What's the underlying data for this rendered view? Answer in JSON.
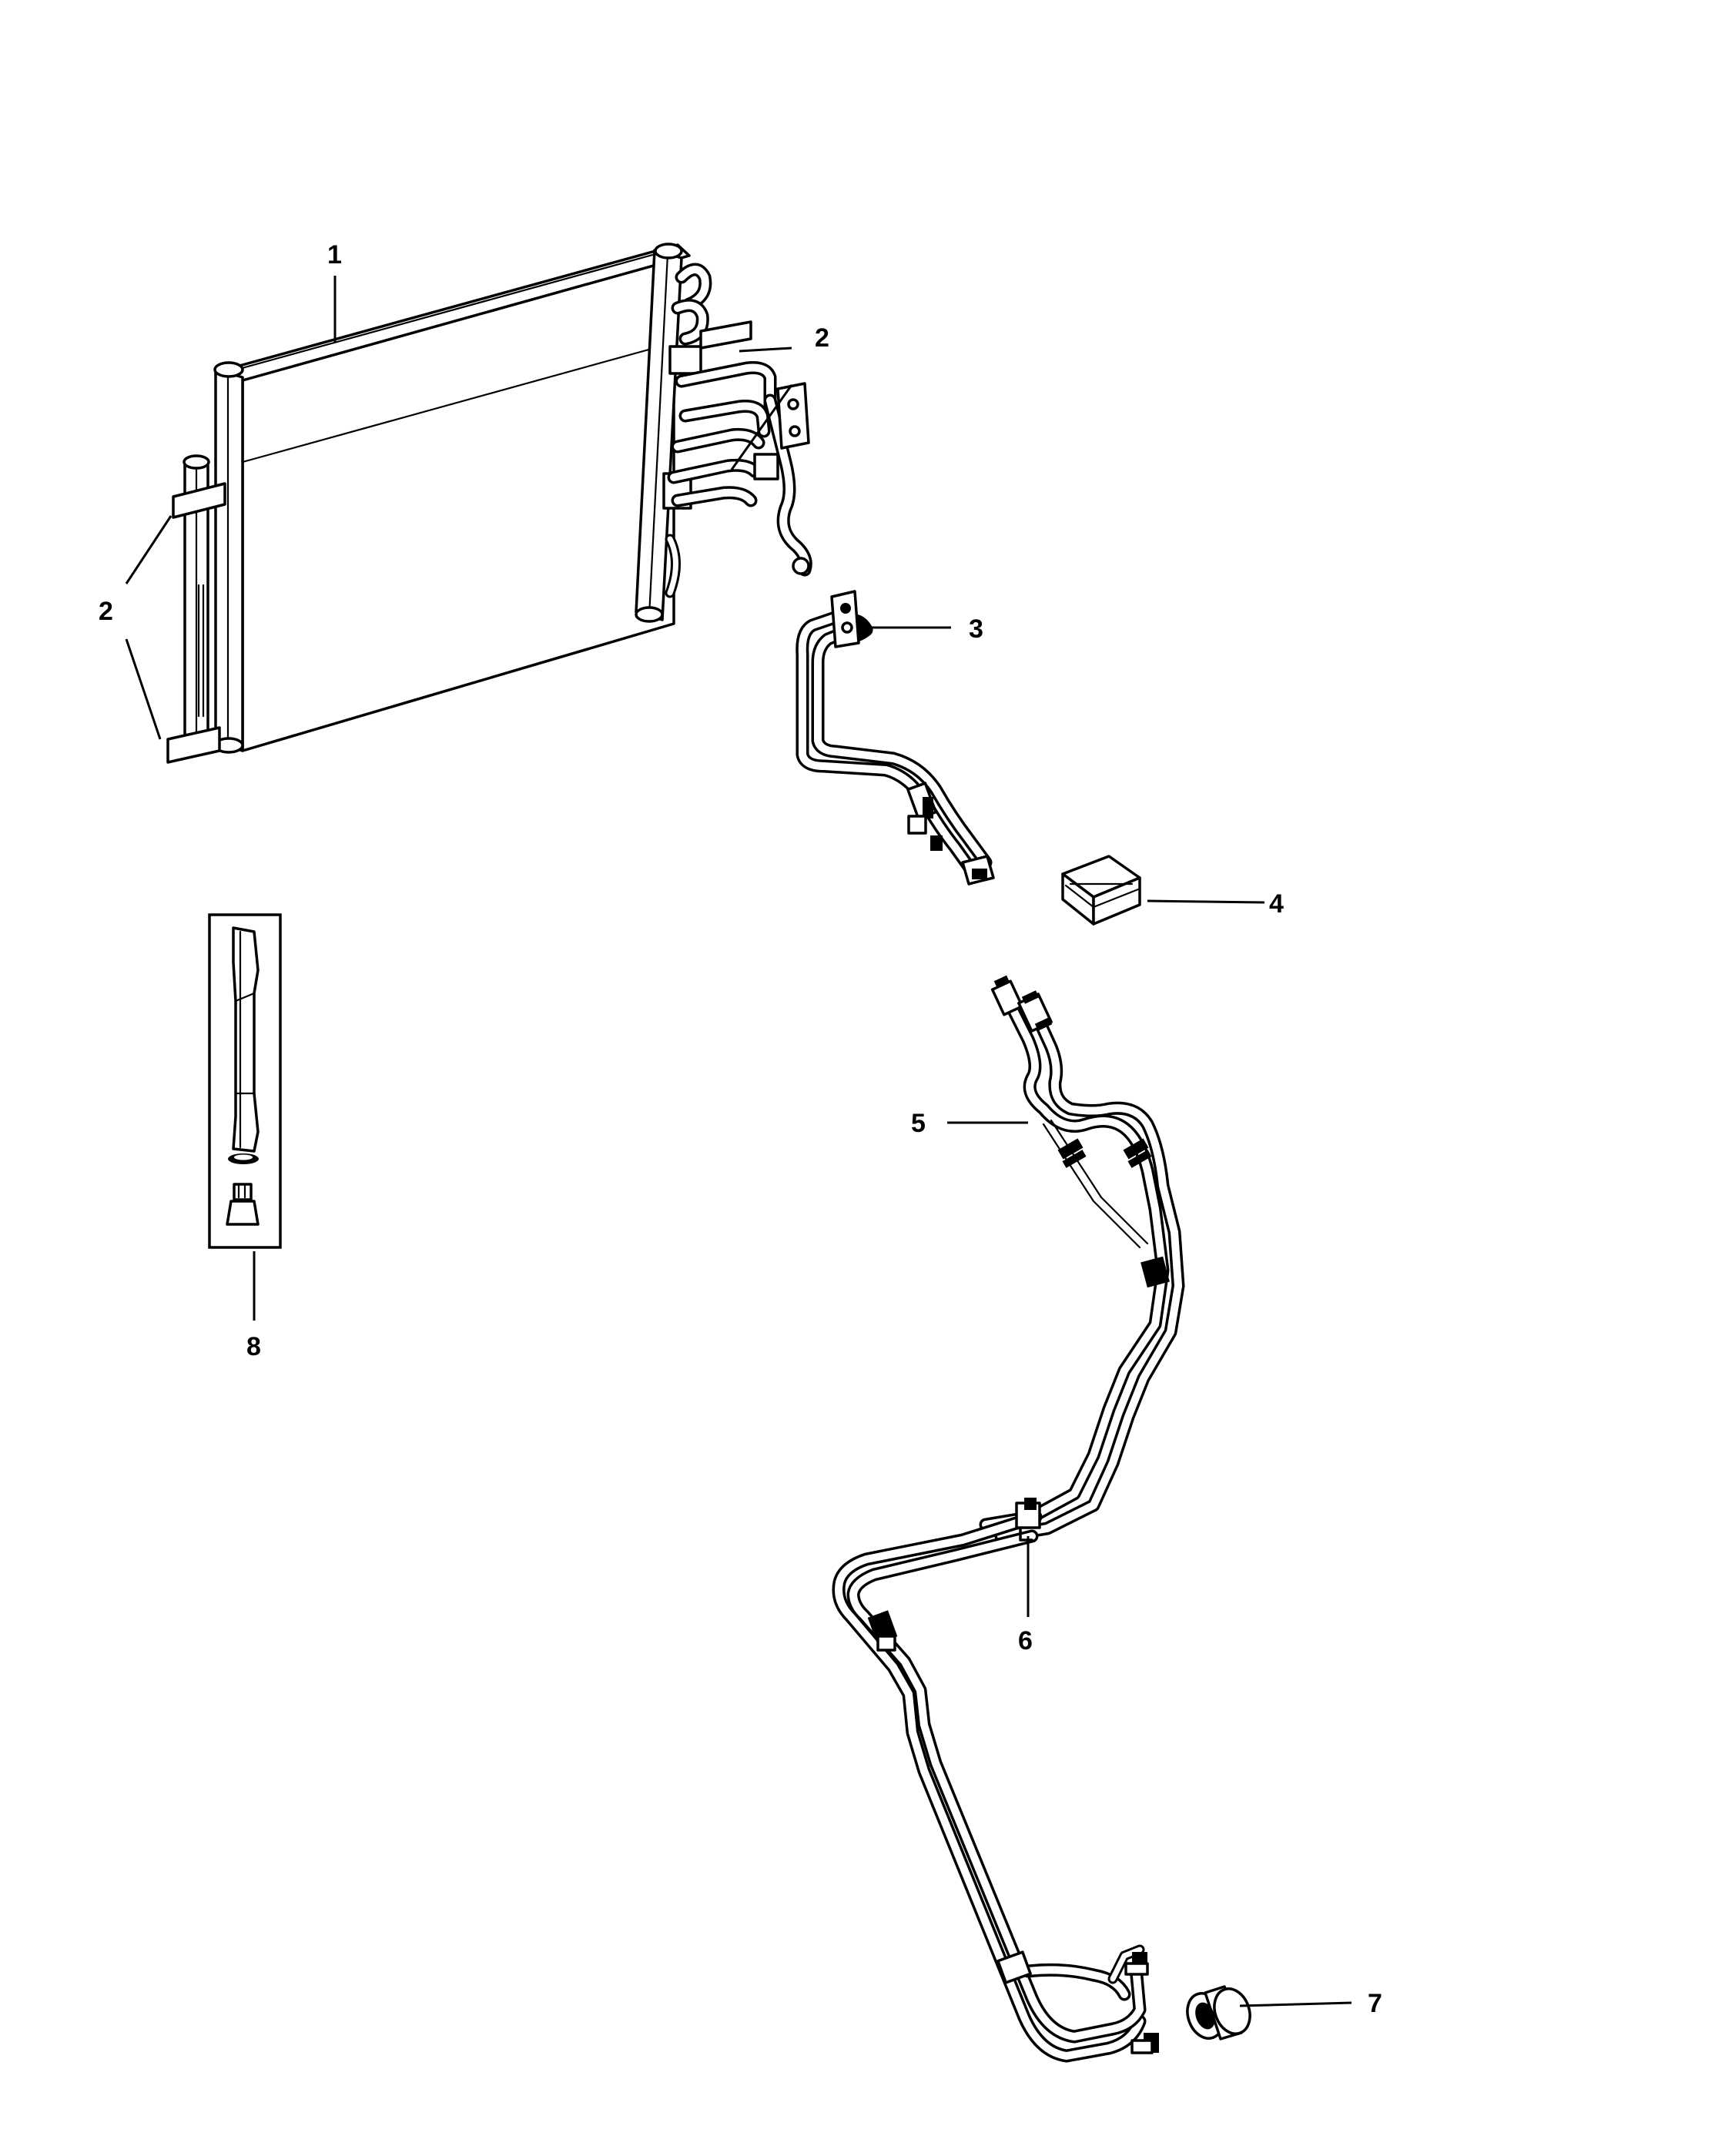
{
  "callouts": [
    {
      "label": "1"
    },
    {
      "label": "2"
    },
    {
      "label": "2"
    },
    {
      "label": "3"
    },
    {
      "label": "4"
    },
    {
      "label": "5"
    },
    {
      "label": "6"
    },
    {
      "label": "7"
    },
    {
      "label": "8"
    }
  ],
  "colors": {
    "ink": "#000000",
    "paper": "#ffffff"
  }
}
